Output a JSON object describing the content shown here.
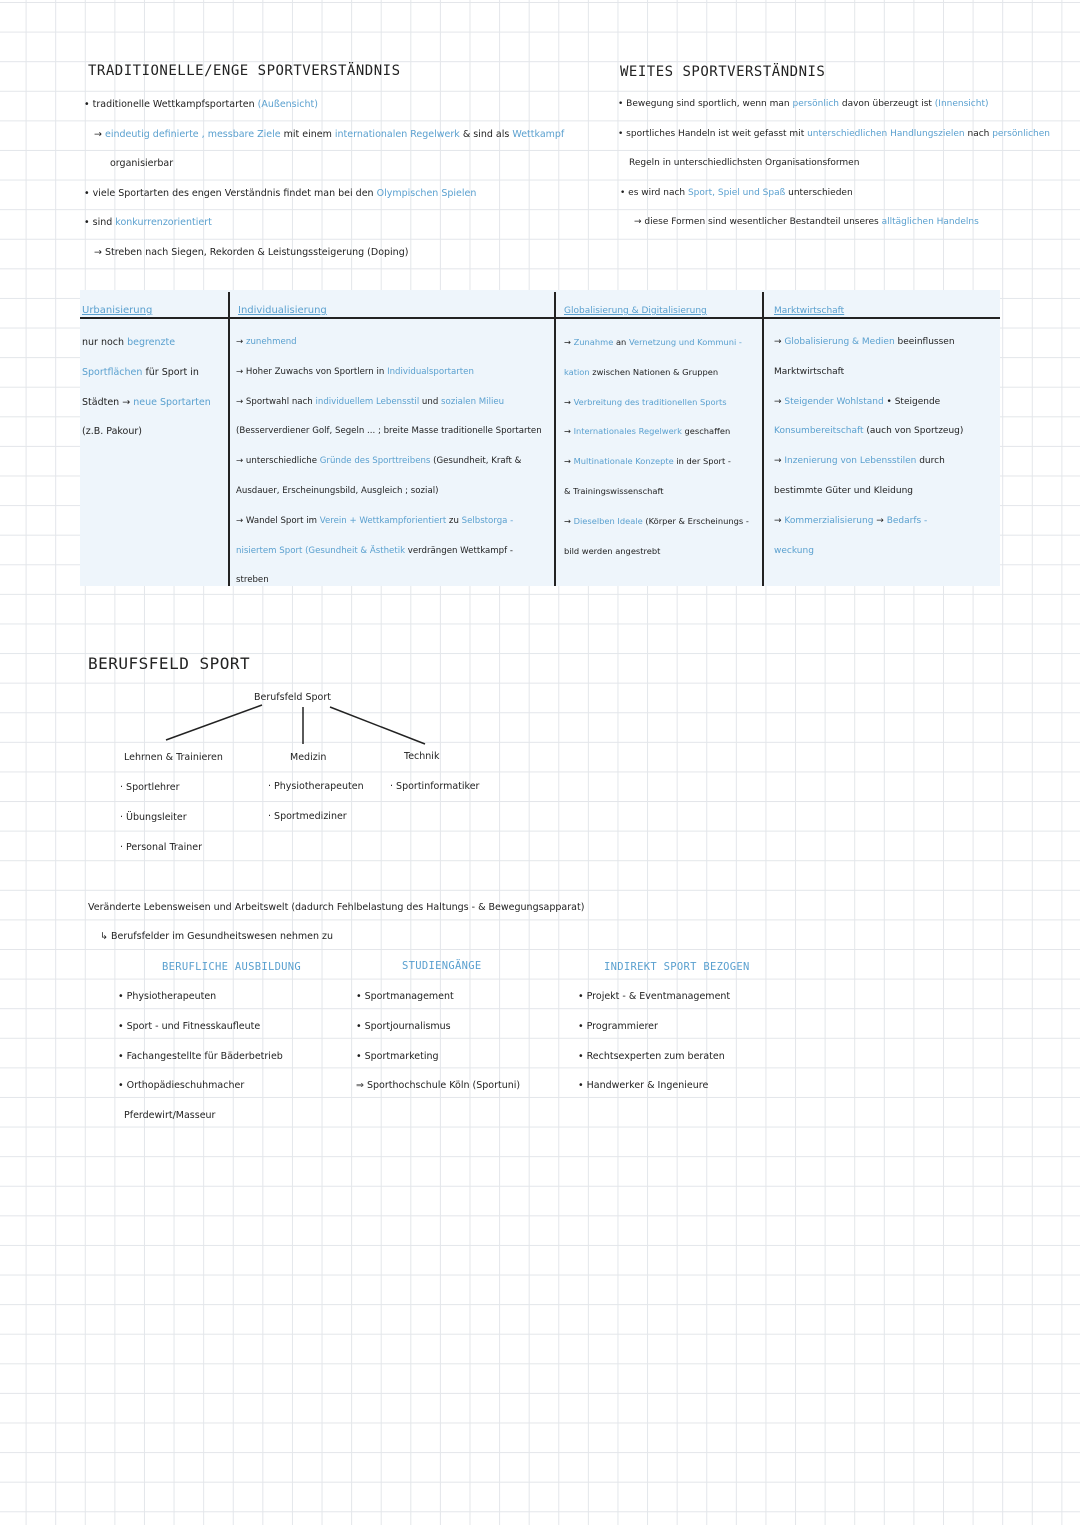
{
  "section1": {
    "left_title": "TRADITIONELLE/ENGE SPORTVERSTÄNDNIS",
    "left": [
      {
        "b": "•",
        "parts": [
          {
            "t": "traditionelle Wettkampfsportarten "
          },
          {
            "t": "(Außensicht)",
            "blue": true
          }
        ]
      },
      {
        "b": "→",
        "parts": [
          {
            "t": "eindeutig definierte , messbare  Ziele",
            "blue": true
          },
          {
            "t": "  mit einem  "
          },
          {
            "t": "internationalen Regelwerk",
            "blue": true
          },
          {
            "t": "  & sind als  "
          },
          {
            "t": "Wettkampf",
            "blue": true
          }
        ]
      },
      {
        "b": "",
        "parts": [
          {
            "t": "organisierbar"
          }
        ]
      },
      {
        "b": "•",
        "parts": [
          {
            "t": "viele Sportarten des engen Verständnis findet man bei den  "
          },
          {
            "t": "Olympischen Spielen",
            "blue": true
          }
        ]
      },
      {
        "b": "•",
        "parts": [
          {
            "t": "sind  "
          },
          {
            "t": "konkurrenzorientiert",
            "blue": true
          }
        ]
      },
      {
        "b": "→",
        "parts": [
          {
            "t": "Streben nach Siegen, Rekorden & Leistungssteigerung  (Doping)"
          }
        ]
      }
    ],
    "right_title": "WEITES SPORTVERSTÄNDNIS",
    "right": [
      {
        "b": "•",
        "parts": [
          {
            "t": "Bewegung sind sportlich, wenn man  "
          },
          {
            "t": "persönlich",
            "blue": true
          },
          {
            "t": "  davon überzeugt ist  "
          },
          {
            "t": "(Innensicht)",
            "blue": true
          }
        ]
      },
      {
        "b": "•",
        "parts": [
          {
            "t": "sportliches Handeln ist weit gefasst mit  "
          },
          {
            "t": "unterschiedlichen Handlungszielen",
            "blue": true
          },
          {
            "t": "  nach  "
          },
          {
            "t": "persönlichen",
            "blue": true
          }
        ]
      },
      {
        "b": "",
        "parts": [
          {
            "t": "Regeln in unterschiedlichsten Organisationsformen"
          }
        ]
      },
      {
        "b": "•",
        "parts": [
          {
            "t": "es wird nach  "
          },
          {
            "t": "Sport, Spiel und Spaß",
            "blue": true
          },
          {
            "t": "  unterschieden"
          }
        ]
      },
      {
        "b": "→",
        "parts": [
          {
            "t": "diese Formen sind wesentlicher Bestandteil unseres  "
          },
          {
            "t": "alltäglichen Handelns",
            "blue": true
          }
        ]
      }
    ]
  },
  "table": {
    "headers": [
      "Urbanisierung",
      "Individualisierung",
      "Globalisierung & Digitalisierung",
      "Marktwirtschaft"
    ],
    "col1": [
      [
        {
          "t": "nur noch  "
        },
        {
          "t": "begrenzte",
          "blue": true
        }
      ],
      [
        {
          "t": "Sportflächen",
          "blue": true
        },
        {
          "t": "   für Sport in"
        }
      ],
      [
        {
          "t": "Städten  →  "
        },
        {
          "t": "neue  Sportarten",
          "blue": true
        }
      ],
      [
        {
          "t": "(z.B. Pakour)"
        }
      ]
    ],
    "col2": [
      [
        {
          "t": "→ "
        },
        {
          "t": "zunehmend",
          "blue": true
        }
      ],
      [
        {
          "t": "→ Hoher Zuwachs von Sportlern in  "
        },
        {
          "t": "Individualsportarten",
          "blue": true
        }
      ],
      [
        {
          "t": "→ Sportwahl nach  "
        },
        {
          "t": "individuellem Lebensstil",
          "blue": true
        },
        {
          "t": "  und  "
        },
        {
          "t": "sozialen Milieu",
          "blue": true
        }
      ],
      [
        {
          "t": "(Besserverdiener Golf, Segeln ... ; breite Masse traditionelle Sportarten"
        }
      ],
      [
        {
          "t": "→ unterschiedliche  "
        },
        {
          "t": "Gründe des Sporttreibens",
          "blue": true
        },
        {
          "t": "  (Gesundheit, Kraft &"
        }
      ],
      [
        {
          "t": "Ausdauer, Erscheinungsbild, Ausgleich ; sozial)"
        }
      ],
      [
        {
          "t": "→ Wandel Sport im  "
        },
        {
          "t": "Verein + Wettkampforientiert",
          "blue": true
        },
        {
          "t": "  zu  "
        },
        {
          "t": "Selbstorga -",
          "blue": true
        }
      ],
      [
        {
          "t": "nisiertem Sport (Gesundheit & Ästhetik",
          "blue": true
        },
        {
          "t": "  verdrängen Wettkampf -"
        }
      ],
      [
        {
          "t": "streben"
        }
      ]
    ],
    "col3": [
      [
        {
          "t": "→ "
        },
        {
          "t": "Zunahme",
          "blue": true
        },
        {
          "t": "  an  "
        },
        {
          "t": "Vernetzung und Kommuni -",
          "blue": true
        }
      ],
      [
        {
          "t": "kation",
          "blue": true
        },
        {
          "t": "  zwischen Nationen & Gruppen"
        }
      ],
      [
        {
          "t": "→ "
        },
        {
          "t": "Verbreitung des traditionellen Sports",
          "blue": true
        }
      ],
      [
        {
          "t": "→ "
        },
        {
          "t": "Internationales  Regelwerk",
          "blue": true
        },
        {
          "t": "  geschaffen"
        }
      ],
      [
        {
          "t": "→ "
        },
        {
          "t": "Multinationale Konzepte",
          "blue": true
        },
        {
          "t": "  in der Sport -"
        }
      ],
      [
        {
          "t": "& Trainingswissenschaft"
        }
      ],
      [
        {
          "t": "→ "
        },
        {
          "t": "Dieselben Ideale",
          "blue": true
        },
        {
          "t": "  (Körper & Erscheinungs -"
        }
      ],
      [
        {
          "t": "bild werden angestrebt"
        }
      ]
    ],
    "col4": [
      [
        {
          "t": "→ "
        },
        {
          "t": "Globalisierung & Medien",
          "blue": true
        },
        {
          "t": "  beeinflussen"
        }
      ],
      [
        {
          "t": "Marktwirtschaft"
        }
      ],
      [
        {
          "t": "→ "
        },
        {
          "t": "Steigender Wohlstand",
          "blue": true
        },
        {
          "t": "  •  Steigende"
        }
      ],
      [
        {
          "t": "Konsumbereitschaft",
          "blue": true
        },
        {
          "t": "  (auch von Sportzeug)"
        }
      ],
      [
        {
          "t": "→ "
        },
        {
          "t": "Inzenierung von Lebensstilen",
          "blue": true
        },
        {
          "t": "  durch"
        }
      ],
      [
        {
          "t": "bestimmte Güter und Kleidung"
        }
      ],
      [
        {
          "t": "→ "
        },
        {
          "t": "Kommerzialisierung",
          "blue": true
        },
        {
          "t": "  →  "
        },
        {
          "t": "Bedarfs -",
          "blue": true
        }
      ],
      [
        {
          "t": "weckung",
          "blue": true
        }
      ]
    ]
  },
  "section2": {
    "title": "BERUFSFELD SPORT",
    "tree_root": "Berufsfeld Sport",
    "branches": [
      {
        "label": "Lehrnen & Trainieren",
        "items": [
          "Sportlehrer",
          "Übungsleiter",
          "Personal Trainer"
        ]
      },
      {
        "label": "Medizin",
        "items": [
          "Physiotherapeuten",
          "Sportmediziner"
        ]
      },
      {
        "label": "Technik",
        "items": [
          "Sportinformatiker"
        ]
      }
    ],
    "note": "Veränderte Lebensweisen und Arbeitswelt (dadurch Fehlbelastung des Haltungs - & Bewegungsapparat)",
    "note2": "↳  Berufsfelder im Gesundheitswesen nehmen zu",
    "columns": [
      {
        "title": "BERUFLICHE AUSBILDUNG",
        "items": [
          "• Physiotherapeuten",
          "• Sport - und Fitnesskaufleute",
          "• Fachangestellte für Bäderbetrieb",
          "• Orthopädieschuhmacher",
          "Pferdewirt/Masseur"
        ]
      },
      {
        "title": "STUDIENGÄNGE",
        "items": [
          "• Sportmanagement",
          "• Sportjournalismus",
          "• Sportmarketing",
          "⇒ Sporthochschule Köln (Sportuni)"
        ]
      },
      {
        "title": "INDIREKT SPORT BEZOGEN",
        "items": [
          "• Projekt - & Eventmanagement",
          "• Programmierer",
          "• Rechtsexperten zum beraten",
          "• Handwerker & Ingenieure"
        ]
      }
    ]
  },
  "colors": {
    "accent_blue": "#5aa0cf",
    "table_bg": "#eef5fb",
    "ink": "#1f1f1f"
  }
}
